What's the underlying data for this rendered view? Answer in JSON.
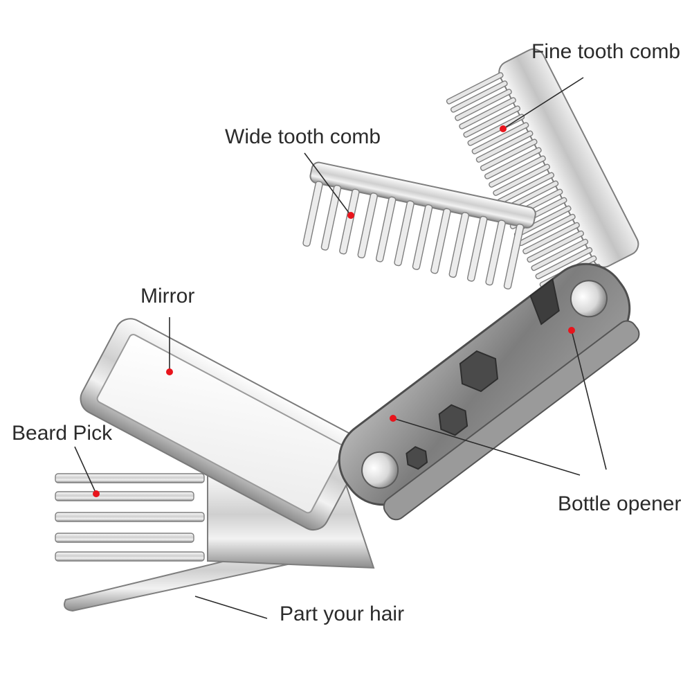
{
  "labels": {
    "fine_tooth_comb": "Fine tooth comb",
    "wide_tooth_comb": "Wide tooth comb",
    "mirror": "Mirror",
    "beard_pick": "Beard Pick",
    "bottle_opener": "Bottle opener",
    "part_your_hair": "Part your hair"
  },
  "colors": {
    "marker": "#e8141c",
    "leader_line": "#2b2b2b",
    "steel_light": "#f4f4f4",
    "steel_mid": "#b9b9b9",
    "steel_dark": "#5a5a5a",
    "handle": "#8a8a8a"
  }
}
